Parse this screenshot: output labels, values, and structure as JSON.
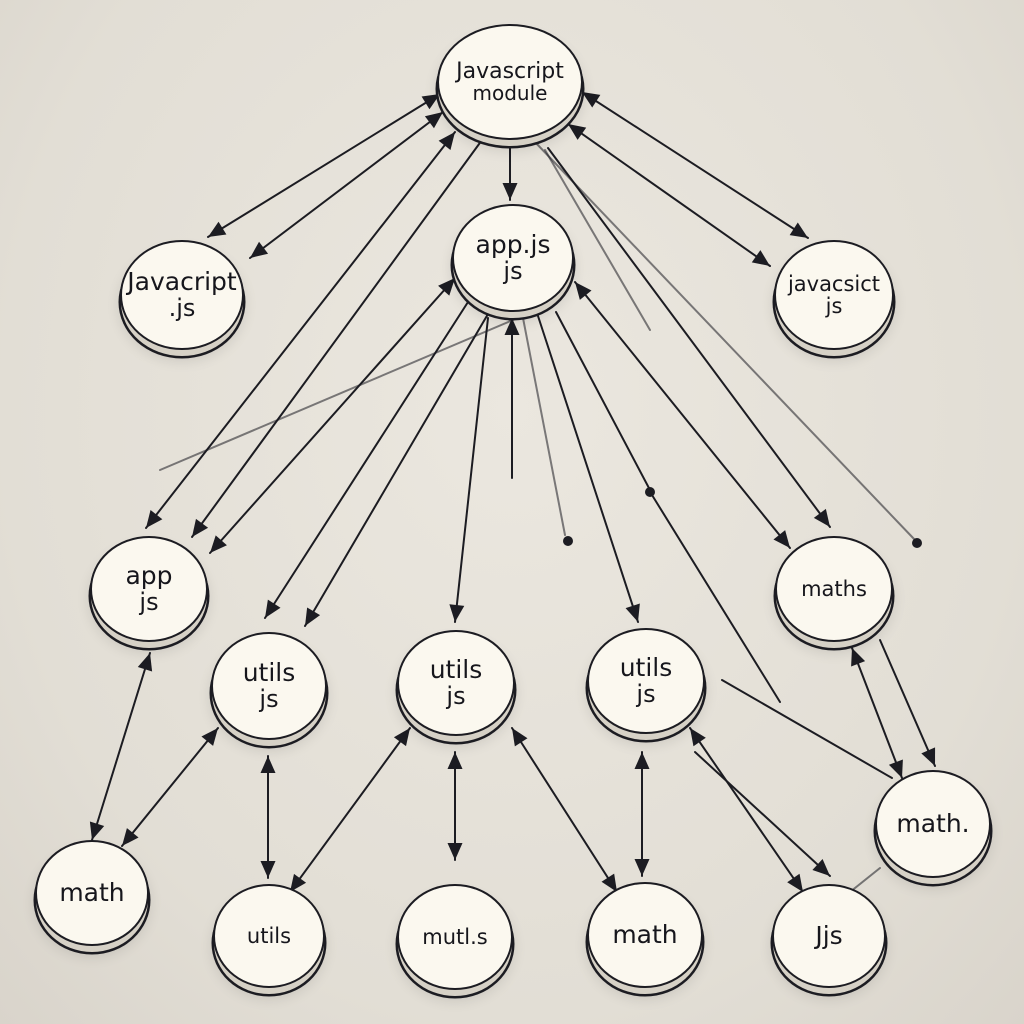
{
  "diagram": {
    "nodes": [
      {
        "id": "root",
        "line1": "Javascript",
        "line2": "module"
      },
      {
        "id": "js-left",
        "line1": "Javacript",
        "line2": ".js"
      },
      {
        "id": "app-top",
        "line1": "app.js",
        "line2": "js"
      },
      {
        "id": "js-right",
        "line1": "javacsict",
        "line2": "js"
      },
      {
        "id": "app-left",
        "line1": "app",
        "line2": "js"
      },
      {
        "id": "maths",
        "line1": "maths",
        "line2": ""
      },
      {
        "id": "utils-1",
        "line1": "utils",
        "line2": "js"
      },
      {
        "id": "utils-2",
        "line1": "utils",
        "line2": "js"
      },
      {
        "id": "utils-3",
        "line1": "utils",
        "line2": "js"
      },
      {
        "id": "math-r",
        "line1": "math.",
        "line2": ""
      },
      {
        "id": "math-l",
        "line1": "math",
        "line2": ""
      },
      {
        "id": "utils-b",
        "line1": "utils",
        "line2": ""
      },
      {
        "id": "mutls",
        "line1": "mutl.s",
        "line2": ""
      },
      {
        "id": "math-b",
        "line1": "math",
        "line2": ""
      },
      {
        "id": "js-b",
        "line1": "Jjs",
        "line2": ""
      }
    ]
  }
}
